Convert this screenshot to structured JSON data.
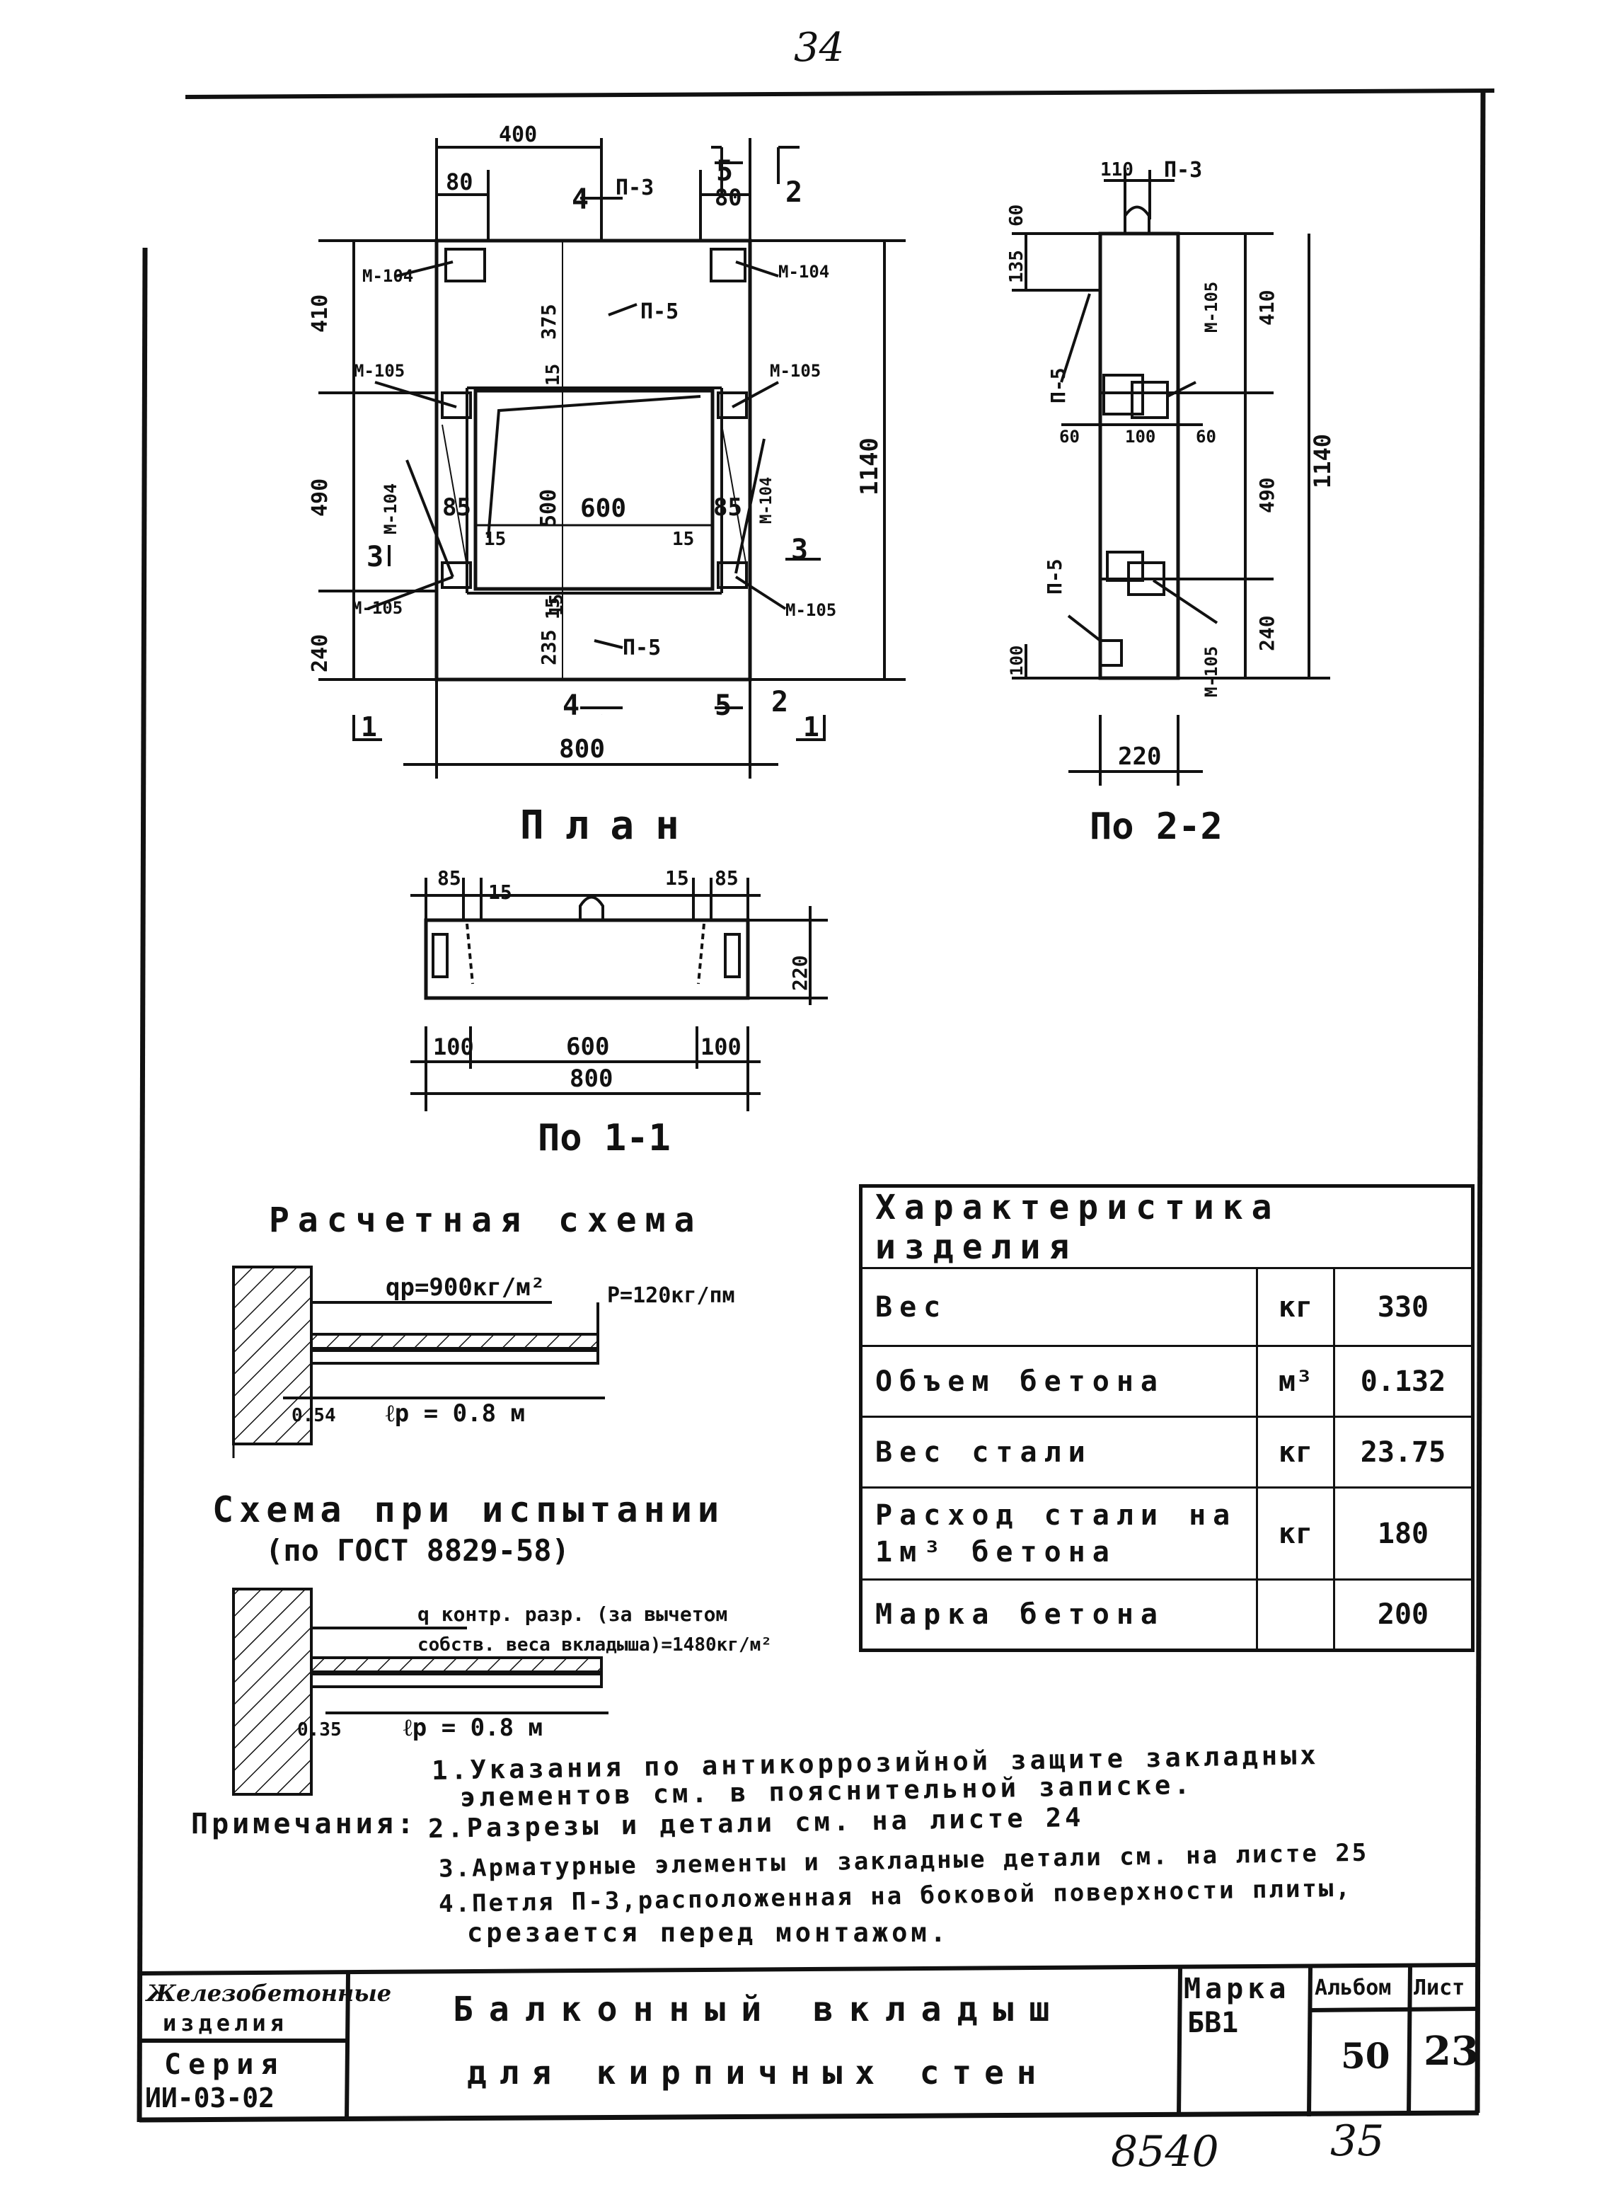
{
  "page_number": "34",
  "plan": {
    "title": "План",
    "dims_top": [
      "400",
      "80",
      "80",
      "5",
      "4"
    ],
    "dims_left": [
      "410",
      "490",
      "240"
    ],
    "dim_right": "1140",
    "dim_bottom": "800",
    "interior": [
      "375",
      "15",
      "600",
      "500",
      "85",
      "85",
      "15",
      "15",
      "15",
      "235",
      "15"
    ],
    "callouts": [
      "М-104",
      "М-104",
      "П-3",
      "П-5",
      "М-105",
      "М-105",
      "М-104",
      "М-104",
      "М-105",
      "М-105",
      "П-5"
    ],
    "section_marks": [
      "1",
      "1",
      "2",
      "2",
      "3",
      "3",
      "4",
      "4",
      "5",
      "5"
    ]
  },
  "section22": {
    "title": "По 2-2",
    "dims": [
      "110",
      "135",
      "60",
      "410",
      "490",
      "1140",
      "240",
      "100",
      "60",
      "100",
      "60",
      "220"
    ],
    "callouts": [
      "П-3",
      "П-5",
      "М-105",
      "П-5",
      "М-105"
    ]
  },
  "section11": {
    "title": "По 1-1",
    "dims_top": [
      "85",
      "15",
      "15",
      "85"
    ],
    "dim_right": "220",
    "dims_bottom": [
      "100",
      "600",
      "100",
      "800"
    ]
  },
  "calc_scheme": {
    "title": "Расчетная схема",
    "load": "qр=900кг/м²",
    "point_load": "P=120кг/пм",
    "support": "0.54",
    "span": "ℓр = 0.8 м"
  },
  "test_scheme": {
    "title": "Схема при испытании",
    "subtitle": "(по ГОСТ 8829-58)",
    "load_line1": "q контр. разр. (за вычетом",
    "load_line2": "собств. веса вкладыша)=1480кг/м²",
    "support": "0.35",
    "span": "ℓр = 0.8 м"
  },
  "characteristics": {
    "title": "Характеристика изделия",
    "rows": [
      {
        "name": "Вес",
        "unit": "кг",
        "value": "330"
      },
      {
        "name": "Объем бетона",
        "unit": "м³",
        "value": "0.132"
      },
      {
        "name": "Вес стали",
        "unit": "кг",
        "value": "23.75"
      },
      {
        "name": "Расход стали на 1м³ бетона",
        "unit": "кг",
        "value": "180"
      },
      {
        "name": "Марка бетона",
        "unit": "",
        "value": "200"
      }
    ]
  },
  "notes": {
    "label": "Примечания:",
    "items": [
      "1.Указания по антикоррозийной защите закладных",
      "элементов см. в пояснительной записке.",
      "2.Разрезы и детали см. на листе 24",
      "3.Арматурные элементы и закладные детали см. на листе 25",
      "4.Петля П-3,расположенная на боковой поверхности плиты,",
      "срезается перед монтажом."
    ]
  },
  "stamp": {
    "org_line1": "Железобетонные",
    "org_line2": "изделия",
    "series_label": "Серия",
    "series_value": "ИИ-03-02",
    "title_line1": "Балконный вкладыш",
    "title_line2": "для кирпичных стен",
    "mark_label": "Марка",
    "mark_value": "БВ1",
    "album_label": "Альбом",
    "album_value": "50",
    "sheet_label": "Лист",
    "sheet_value": "23"
  },
  "handwritten": [
    "8540",
    "35"
  ]
}
